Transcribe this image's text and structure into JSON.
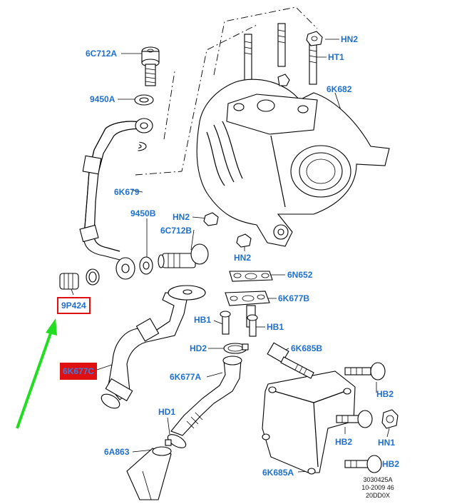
{
  "labels": {
    "c6C712A": "6C712A",
    "n9450A": "9450A",
    "n6K679": "6K679",
    "n9450B": "9450B",
    "c6C712B": "6C712B",
    "n9P424": "9P424",
    "n6K677C": "6K677C",
    "hn2_top": "HN2",
    "ht1": "HT1",
    "n6K682": "6K682",
    "hn2_mid": "HN2",
    "hn2_low": "HN2",
    "n6N652": "6N652",
    "n6K677B": "6K677B",
    "hb1_left": "HB1",
    "hb1_right": "HB1",
    "hd2": "HD2",
    "n6K685B": "6K685B",
    "n6K677A": "6K677A",
    "hb2_top": "HB2",
    "hd1": "HD1",
    "hb2_mid": "HB2",
    "hn1": "HN1",
    "n6A863": "6A863",
    "hb2_low": "HB2",
    "n6K685A": "6K685A"
  },
  "reference": {
    "line1": "3030425A",
    "line2": "10-2009 46",
    "line3": "20DD0X"
  },
  "colors": {
    "label_text": "#1f6fd1",
    "highlight_box": "#e01010",
    "pointer_arrow": "#22dd22"
  },
  "icons": {
    "pointer": "green-arrow-icon"
  }
}
